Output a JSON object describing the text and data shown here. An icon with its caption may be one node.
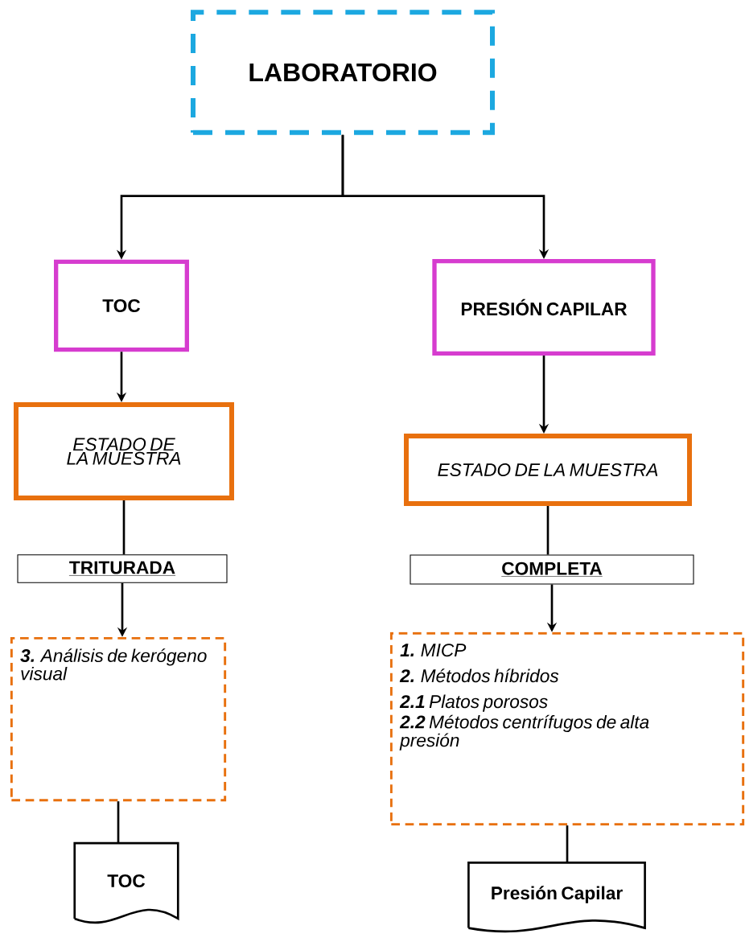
{
  "diagram": {
    "nodes": [
      {
        "text": [
          "LABORATORIO"
        ]
      },
      {
        "text": [
          "TOC"
        ]
      },
      {
        "text": [
          "PRESIÓN CAPILAR"
        ]
      },
      {
        "text": [
          "ESTADO DE LA MUESTRA"
        ]
      },
      {
        "text": [
          "ESTADO DE LA MUESTRA"
        ]
      },
      {
        "text": [
          "TRITURADA"
        ]
      },
      {
        "text": [
          "COMPLETA"
        ]
      },
      {
        "text": [
          "**3.** Análisis de kerógeno visual"
        ]
      },
      {
        "text": [
          "**1.** MICP",
          "**2.** Métodos híbridos",
          "**2.1** Platos porosos",
          "**2.2** Métodos centrífugos de alta presión"
        ]
      },
      {
        "text": [
          "TOC"
        ]
      },
      {
        "text": [
          "Presión Capilar"
        ]
      }
    ],
    "edges": [
      {
        "from": 0,
        "to": 1,
        "arrow": "to"
      },
      {
        "from": 0,
        "to": 2,
        "arrow": "to"
      },
      {
        "from": 1,
        "to": 3,
        "arrow": "to"
      },
      {
        "from": 2,
        "to": 4,
        "arrow": "to"
      },
      {
        "from": 3,
        "to": 5,
        "arrow": "none"
      },
      {
        "from": 4,
        "to": 6,
        "arrow": "none"
      },
      {
        "from": 5,
        "to": 7,
        "arrow": "to"
      },
      {
        "from": 6,
        "to": 8,
        "arrow": "to"
      },
      {
        "from": 7,
        "to": 9,
        "arrow": "none"
      },
      {
        "from": 8,
        "to": 10,
        "arrow": "none"
      }
    ]
  }
}
